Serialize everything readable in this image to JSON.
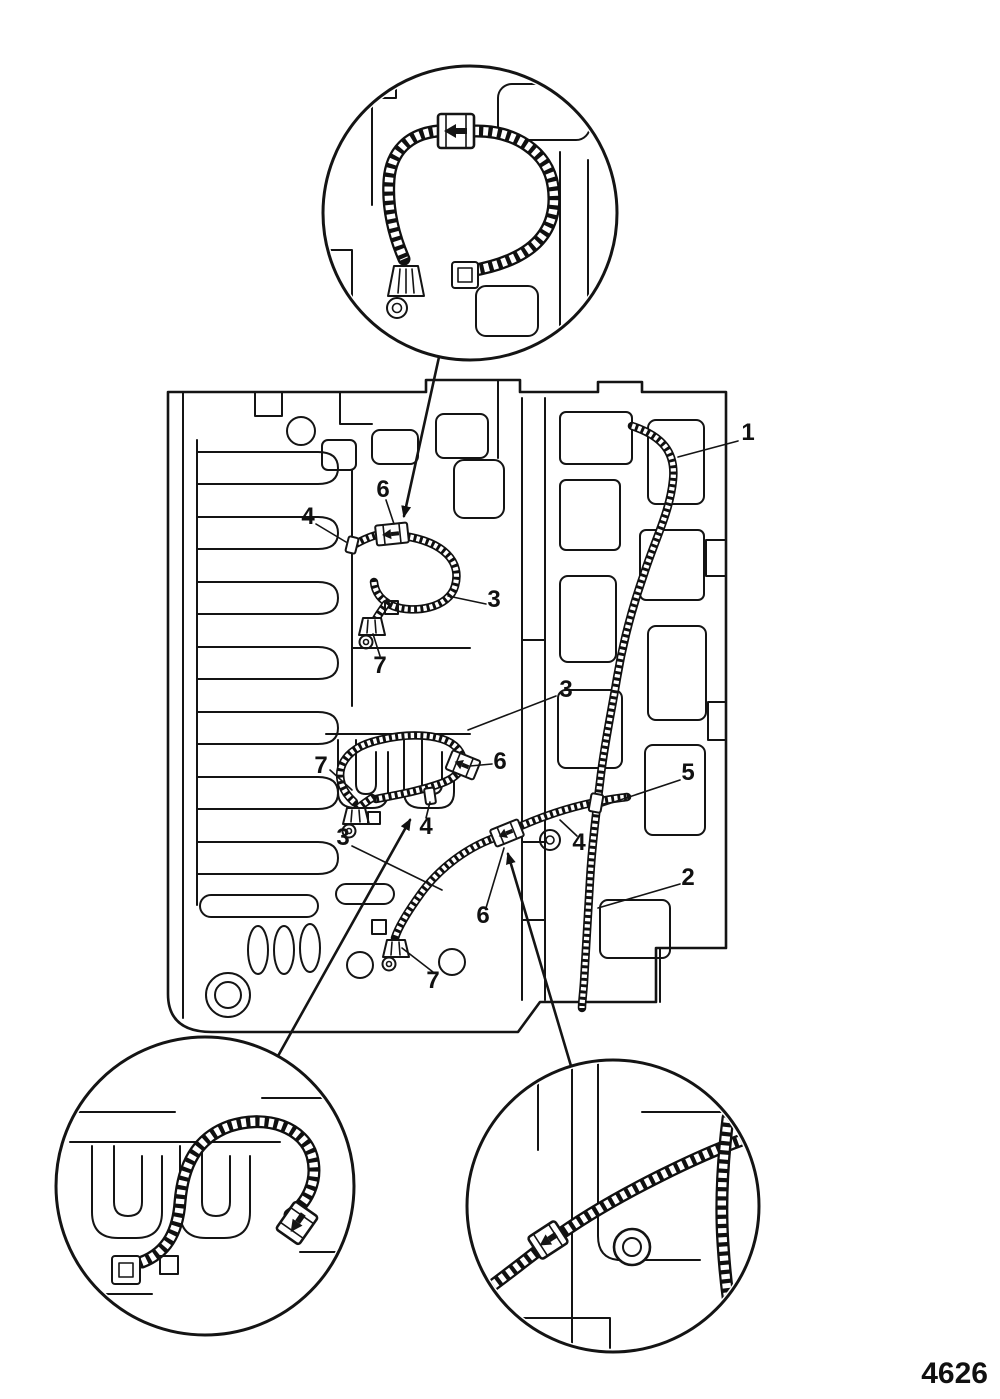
{
  "figure_number": "4626",
  "colors": {
    "ink": "#141414",
    "background": "#ffffff"
  },
  "callouts": [
    {
      "label": "1"
    },
    {
      "label": "6"
    },
    {
      "label": "4"
    },
    {
      "label": "3"
    },
    {
      "label": "7"
    },
    {
      "label": "3"
    },
    {
      "label": "7"
    },
    {
      "label": "6"
    },
    {
      "label": "4"
    },
    {
      "label": "5"
    },
    {
      "label": "3"
    },
    {
      "label": "4"
    },
    {
      "label": "2"
    },
    {
      "label": "6"
    },
    {
      "label": "7"
    }
  ]
}
